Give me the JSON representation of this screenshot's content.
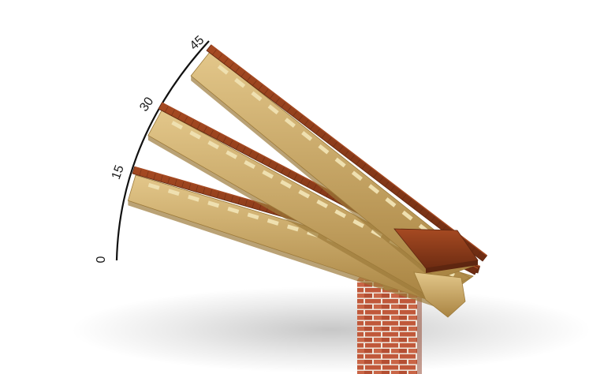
{
  "scale": {
    "labels": [
      "0",
      "15",
      "30",
      "45"
    ]
  },
  "colors": {
    "background": "#ffffff",
    "tile": "#8a3b18",
    "tile_dark": "#5e2610",
    "tile_light": "#a64a22",
    "timber": "#c9a35c",
    "timber_dark": "#9c7a3a",
    "timber_light": "#e3c78a",
    "batten": "#efe0b0",
    "brick": "#c0583a",
    "mortar": "#efe6dc",
    "arc": "#111111"
  },
  "icons": {
    "roof_low": "roof-pitch-15-icon",
    "roof_mid": "roof-pitch-30-icon",
    "roof_high": "roof-pitch-45-icon",
    "wall": "brick-wall-icon"
  }
}
